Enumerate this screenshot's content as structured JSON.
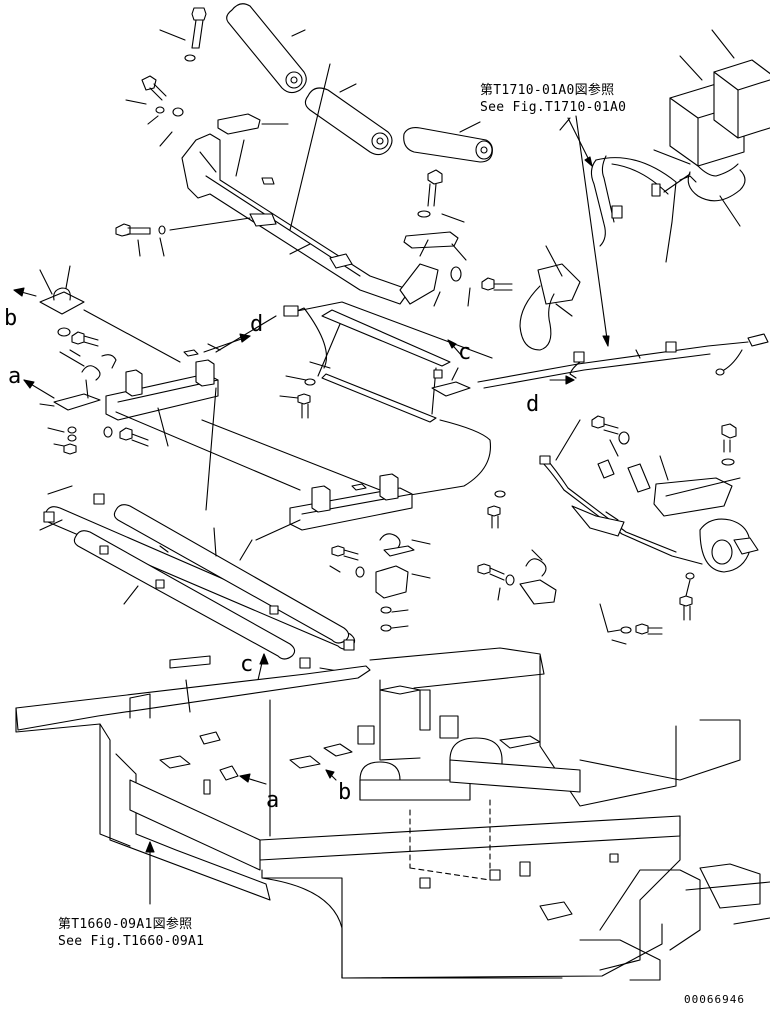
{
  "references": {
    "top_right": {
      "line1": "第T1710-01A0図参照",
      "line2": "See Fig.T1710-01A0"
    },
    "bottom_left": {
      "line1": "第T1660-09A1図参照",
      "line2": "See Fig.T1660-09A1"
    }
  },
  "callouts": {
    "a": "a",
    "b": "b",
    "c": "c",
    "d": "d"
  },
  "document_number": "00066946"
}
